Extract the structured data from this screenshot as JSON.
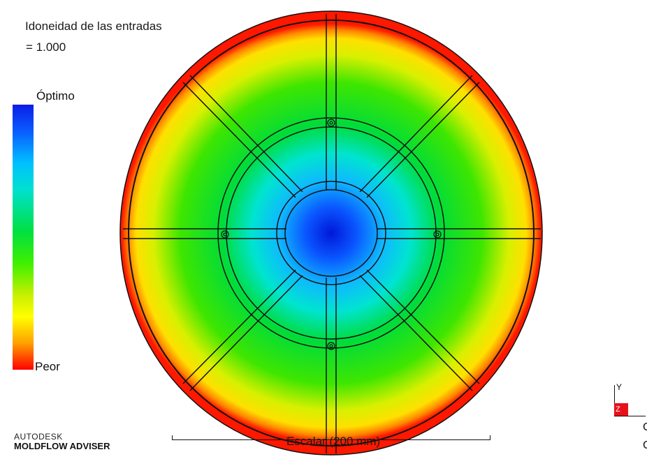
{
  "result": {
    "title": "Idoneidad de las entradas",
    "value_text": "= 1.000"
  },
  "legend": {
    "top_label": "Óptimo",
    "bottom_label": "Peor",
    "colors": [
      "#0a1ee6",
      "#00c0ff",
      "#00e040",
      "#ffff00",
      "#ff0000"
    ]
  },
  "scale": {
    "label": "Escalar (200 mm)"
  },
  "branding": {
    "line1": "AUTODESK",
    "line2": "MOLDFLOW ADVISER"
  },
  "triad": {
    "y_label": "Y",
    "z_label": "Z",
    "cut_labels": [
      "C",
      "C"
    ]
  }
}
